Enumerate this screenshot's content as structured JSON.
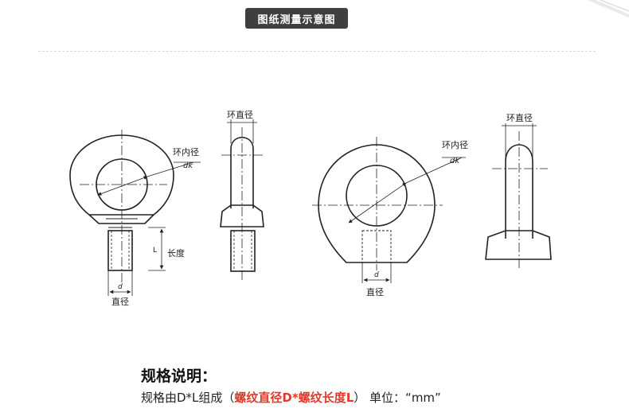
{
  "header": {
    "title": "图纸测量示意图"
  },
  "diagram": {
    "left": {
      "ring_inner_label": "环内径",
      "dk_label": "dk",
      "length_label": "长度",
      "L_label": "L",
      "d_label": "d",
      "diameter_label": "直径"
    },
    "left_side": {
      "ring_diameter_label": "环直径"
    },
    "right": {
      "ring_inner_label": "环内径",
      "dk_label": "dk",
      "d_label": "d",
      "diameter_label": "直径"
    },
    "right_side": {
      "ring_diameter_label": "环直径"
    }
  },
  "spec": {
    "title": "规格说明：",
    "prefix": "规格由D*L组成（",
    "highlight": "螺纹直径D*螺纹长度L",
    "suffix": "）   单位：“mm”"
  },
  "colors": {
    "badge_bg": "#3f3f3f",
    "highlight": "#e03a2d",
    "line": "#222222"
  }
}
